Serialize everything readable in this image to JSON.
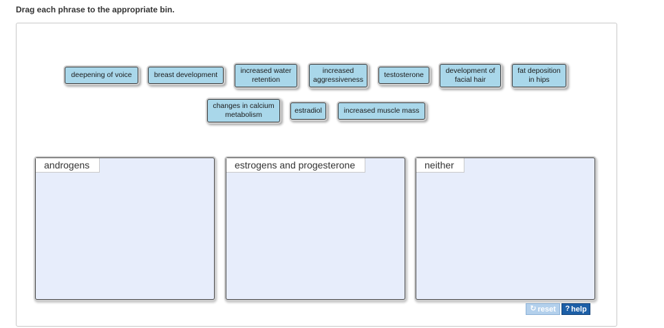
{
  "instructions": "Drag each phrase to the appropriate bin.",
  "phrases": {
    "deepening_of_voice": "deepening of voice",
    "breast_development": "breast development",
    "increased_water_retention": [
      "increased water",
      "retention"
    ],
    "increased_aggressiveness": [
      "increased",
      "aggressiveness"
    ],
    "testosterone": "testosterone",
    "development_of_facial_hair": [
      "development of",
      "facial hair"
    ],
    "fat_deposition_in_hips": [
      "fat deposition",
      "in hips"
    ],
    "changes_in_calcium_metabolism": [
      "changes in calcium",
      "metabolism"
    ],
    "estradiol": "estradiol",
    "increased_muscle_mass": "increased muscle mass"
  },
  "bins": {
    "androgens": "androgens",
    "estrogens": "estrogens and progesterone",
    "neither": "neither"
  },
  "controls": {
    "reset_label": "reset",
    "reset_icon": "refresh-icon",
    "help_label": "help",
    "help_icon": "question-icon"
  },
  "colors": {
    "chip": "#a9d7ea",
    "bin": "#e7edfb",
    "help_button": "#1d5fa7",
    "reset_button": "#b3d0ec"
  }
}
